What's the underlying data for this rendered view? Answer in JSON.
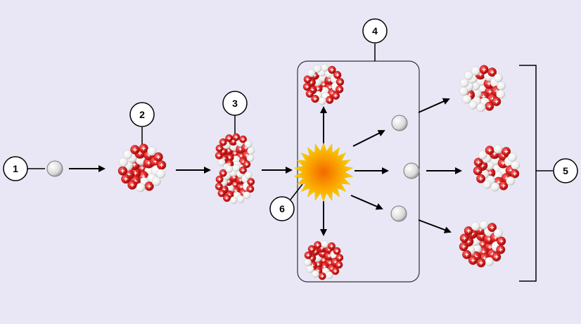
{
  "markers": [
    {
      "id": "neutron",
      "label": "1"
    },
    {
      "id": "nucleus",
      "label": "2"
    },
    {
      "id": "unstable-nucleus",
      "label": "3"
    },
    {
      "id": "fission-products",
      "label": "4"
    },
    {
      "id": "chain-reaction",
      "label": "5"
    },
    {
      "id": "energy",
      "label": "6"
    }
  ],
  "colors": {
    "background": "#e9e7f6",
    "proton": "#d81e1e",
    "neutron": "#f4f4f4",
    "energy_outer": "#f5c400",
    "energy_inner": "#f26a00",
    "stroke": "#000000"
  }
}
